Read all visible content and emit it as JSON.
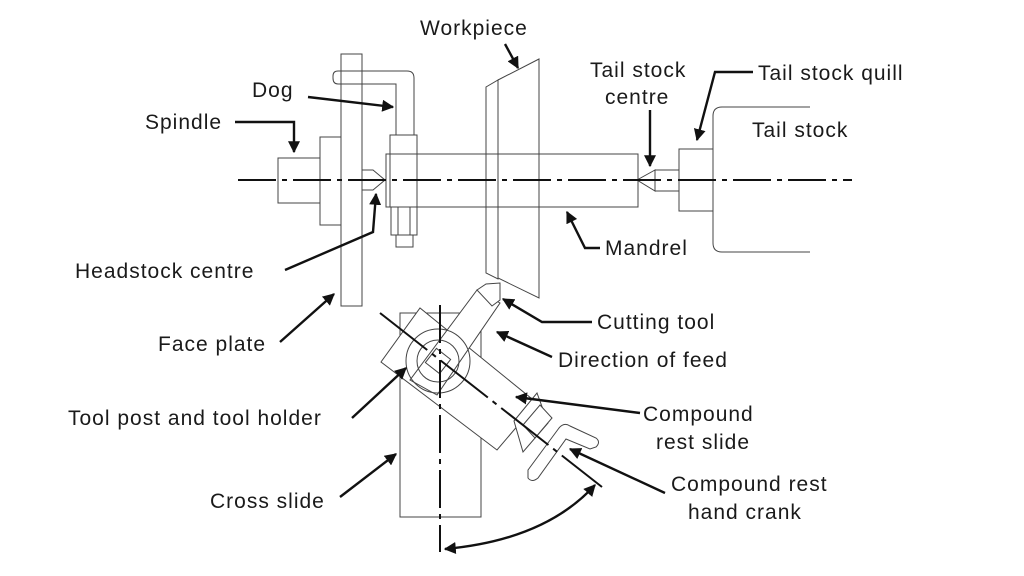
{
  "labels": {
    "workpiece": "Workpiece",
    "tail_stock_centre_1": "Tail stock",
    "tail_stock_centre_2": "centre",
    "tail_stock_quill": "Tail stock quill",
    "tail_stock": "Tail stock",
    "dog": "Dog",
    "spindle": "Spindle",
    "headstock_centre": "Headstock centre",
    "mandrel": "Mandrel",
    "face_plate": "Face plate",
    "cutting_tool": "Cutting tool",
    "direction_of_feed": "Direction of feed",
    "tool_post": "Tool post and tool holder",
    "compound_rest_slide_1": "Compound",
    "compound_rest_slide_2": "rest slide",
    "cross_slide": "Cross slide",
    "hand_crank_1": "Compound rest",
    "hand_crank_2": "hand crank"
  },
  "colors": {
    "line": "#111111",
    "outline": "#444444"
  }
}
